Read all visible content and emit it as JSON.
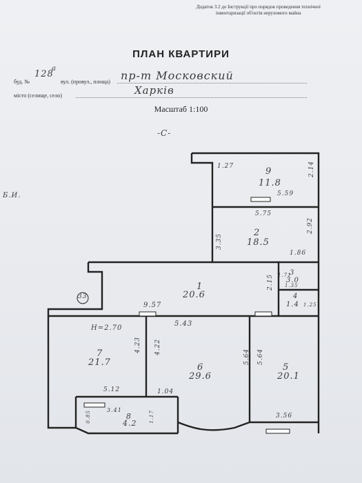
{
  "header_note": {
    "line1": "Додаток 3.2 до Інструкції про порядок проведення технічної",
    "line2": "інвентаризації об'єктів нерухомого майна"
  },
  "title": "ПЛАН КВАРТИРИ",
  "building": {
    "prefix": "буд. №",
    "number": "128",
    "superscript": "а",
    "mid_label": "вул. (провул., площа)",
    "street": "пр-т  Московский"
  },
  "city": {
    "label": "місто (селище, село)",
    "name": "Харків"
  },
  "scale": "Масштаб 1:100",
  "north_mark": "-С-",
  "margin_mark": "Б.И.",
  "rooms": [
    {
      "number": "9",
      "area": "11.8"
    },
    {
      "number": "2",
      "area": "18.5"
    },
    {
      "number": "3",
      "area": "3.0"
    },
    {
      "number": "4",
      "area": "1.4"
    },
    {
      "number": "1",
      "area": "20.6"
    },
    {
      "number": "7",
      "area": "21.7"
    },
    {
      "number": "6",
      "area": "29.6"
    },
    {
      "number": "5",
      "area": "20.1"
    },
    {
      "number": "8",
      "area": "4.2"
    }
  ],
  "dimensions": {
    "d_127": "1.27",
    "d_214": "2.14",
    "d_559": "5.59",
    "d_575": "5.75",
    "d_292": "2.92",
    "d_335": "3.35",
    "d_186": "1.86",
    "d_171": "1.71",
    "d_135": "1.35",
    "d_215": "2.15",
    "d_125": "1.25",
    "d_957": "9.57",
    "d_543": "5.43",
    "height": "H=2.70",
    "d_423": "4.23",
    "d_422": "4.22",
    "d_564a": "5.64",
    "d_564b": "5.64",
    "d_512": "5.12",
    "d_104": "1.04",
    "d_341": "3.41",
    "d_117": "1.17",
    "d_085": "0.85",
    "d_356": "3.56"
  },
  "circle_mark": "33"
}
